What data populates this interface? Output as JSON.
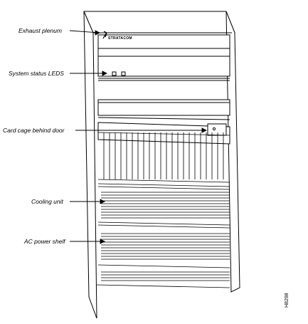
{
  "callouts": {
    "exhaust": "Exhaust plenum",
    "leds": "System status LEDS",
    "cardcage": "Card cage behind door",
    "cooling": "Cooling unit",
    "power": "AC power shelf"
  },
  "brand": "STRATACOM",
  "figure_id": "H8298"
}
